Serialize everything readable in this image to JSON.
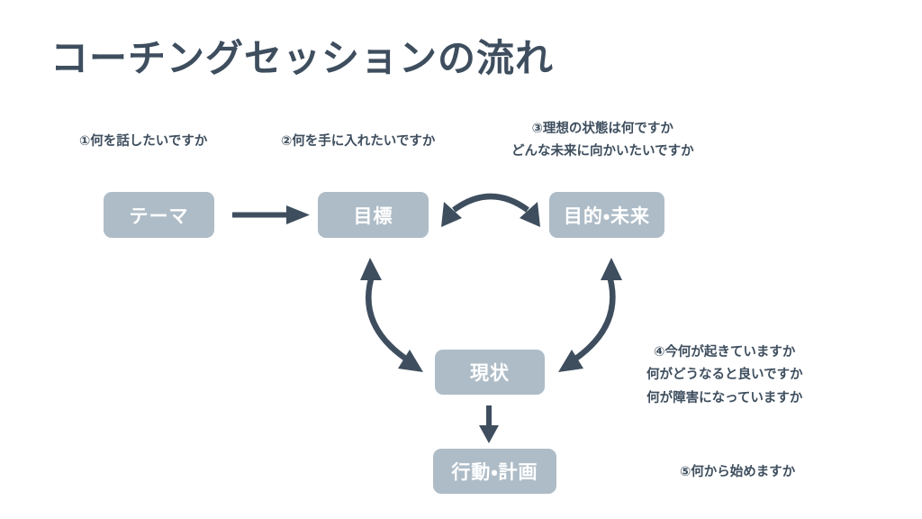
{
  "slide": {
    "background_color": "#ffffff",
    "title": "コーチングセッションの流れ",
    "title_color": "#3e4e5e",
    "node_fill_color": "#aebcc7",
    "node_text_color": "#ffffff",
    "arrow_color": "#3e4e5e",
    "note_color": "#3e4e5e"
  },
  "nodes": [
    {
      "id": "theme",
      "label": "テーマ"
    },
    {
      "id": "goal",
      "label": "目標"
    },
    {
      "id": "purpose",
      "label": "目的・未来"
    },
    {
      "id": "current",
      "label": "現状"
    },
    {
      "id": "action",
      "label": "行動・計画"
    }
  ],
  "notes": {
    "note1": {
      "line1": "①何を話したいですか"
    },
    "note2": {
      "line1": "②何を手に入れたいですか"
    },
    "note3": {
      "line1": "③理想の状態は何ですか",
      "line2": "どんな未来に向かいたいですか"
    },
    "note4": {
      "line1": "④今何が起きていますか",
      "line2": "何がどうなると良いですか",
      "line3": "何が障害になっていますか"
    },
    "note5": {
      "line1": "⑤何から始めますか"
    }
  },
  "arrows": [
    {
      "id": "theme-to-goal",
      "type": "straight-right",
      "heads": "single"
    },
    {
      "id": "goal-to-purpose",
      "type": "curved-arc-up",
      "heads": "double"
    },
    {
      "id": "goal-to-current",
      "type": "curved-left",
      "heads": "double"
    },
    {
      "id": "purpose-to-current",
      "type": "curved-right",
      "heads": "double"
    },
    {
      "id": "current-to-action",
      "type": "straight-down",
      "heads": "single"
    }
  ]
}
